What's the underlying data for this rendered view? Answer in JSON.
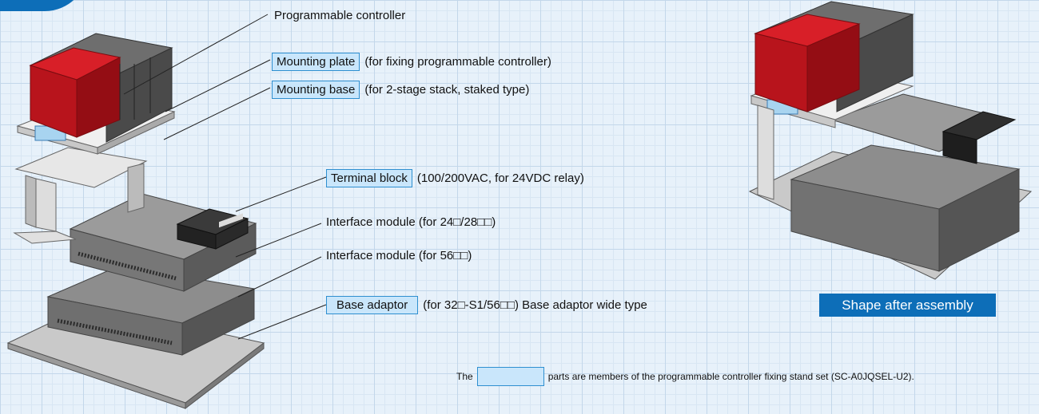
{
  "labels": {
    "controller": "Programmable controller",
    "mounting_plate": {
      "name": "Mounting plate",
      "note": "(for fixing programmable controller)"
    },
    "mounting_base": {
      "name": "Mounting base",
      "note": "(for 2-stage stack, staked type)"
    },
    "terminal_block": {
      "name": "Terminal block",
      "note": "(100/200VAC, for 24VDC relay)"
    },
    "interface_1": "Interface module (for 24□/28□□)",
    "interface_2": "Interface module (for 56□□)",
    "base_adaptor": {
      "name": "Base adaptor",
      "note": "(for 32□-S1/56□□) Base adaptor wide type"
    }
  },
  "after_assembly": "Shape after assembly",
  "footnote": {
    "before": "The",
    "after": "parts are members of the programmable controller fixing stand set (SC-A0JQSEL-U2)."
  },
  "colors": {
    "accent_blue": "#0d6eb8",
    "highlight_fill": "#c9e6fb",
    "highlight_border": "#2e8fd0",
    "controller_red": "#c0141d"
  }
}
